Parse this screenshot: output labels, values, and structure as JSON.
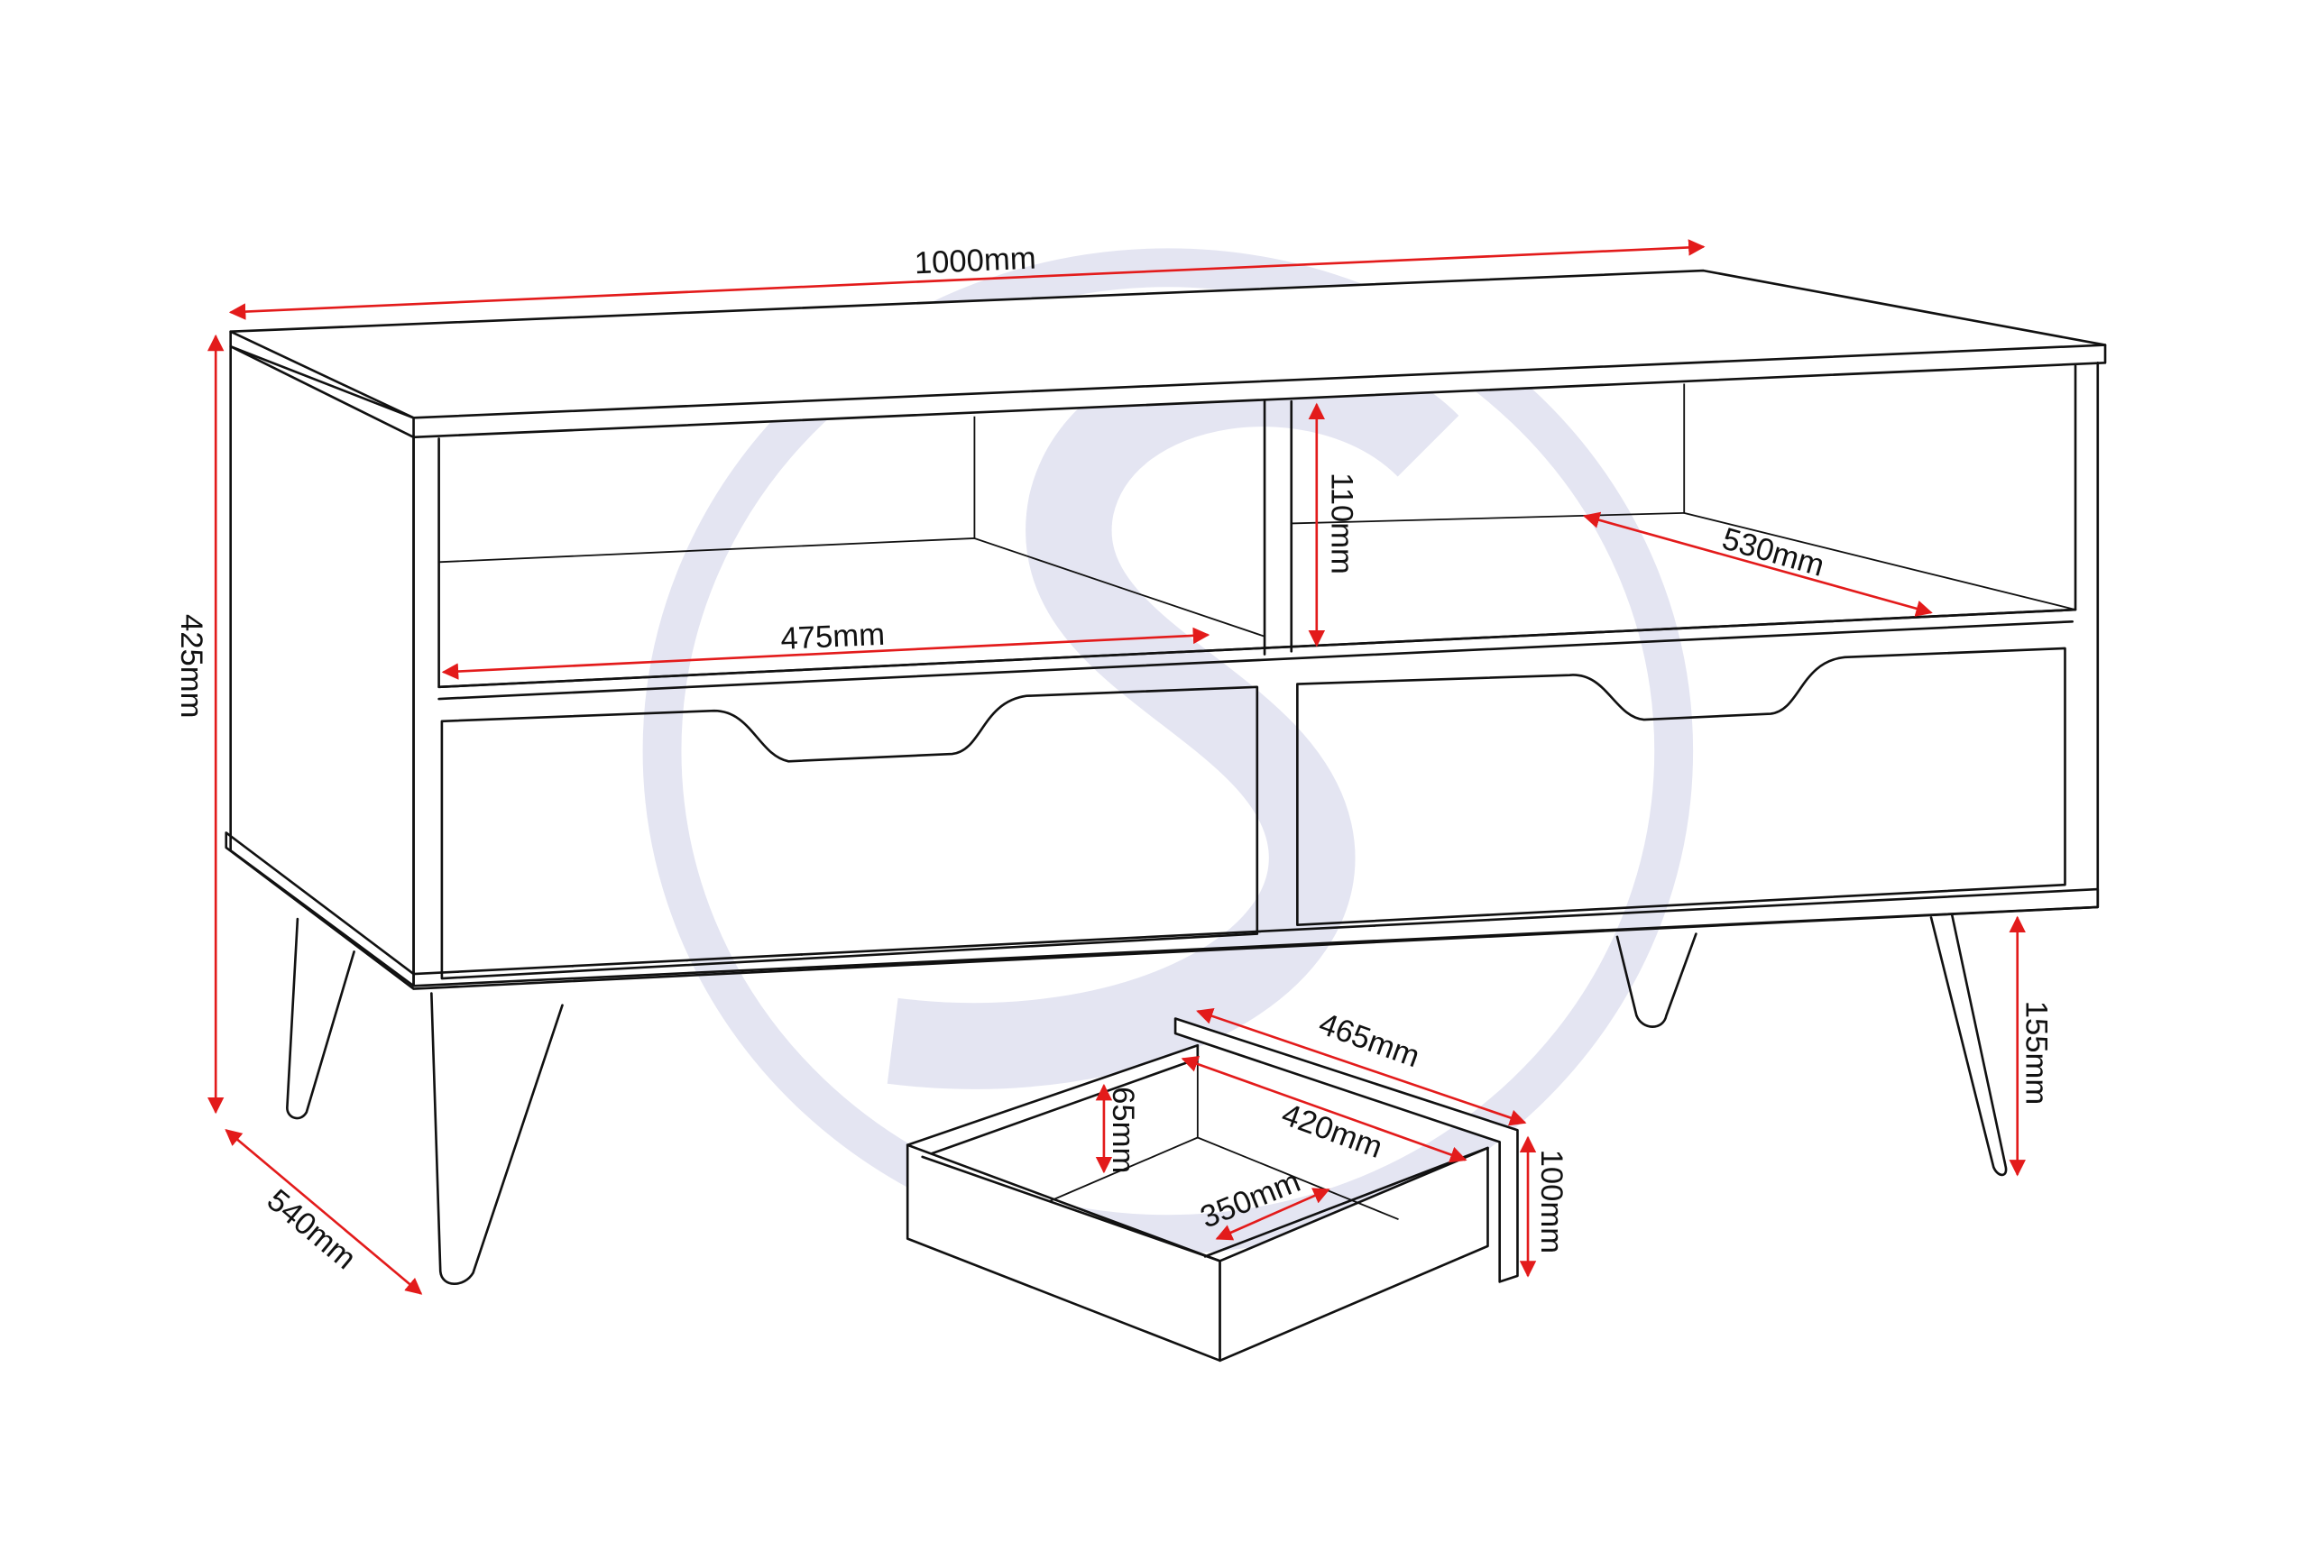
{
  "diagram": {
    "subject": "Two-drawer open-shelf TV unit with hairpin legs",
    "watermark": {
      "glyph": "S",
      "color": "#e4e5f2"
    },
    "colors": {
      "outline": "#111111",
      "dimension_line": "#e31b1b",
      "background": "#ffffff"
    },
    "dimensions": {
      "overall_width": "1000mm",
      "overall_height": "425mm",
      "overall_depth": "540mm",
      "shelf_height": "110mm",
      "shelf_depth": "530mm",
      "shelf_width": "475mm",
      "leg_height": "155mm",
      "drawer_outer_depth": "465mm",
      "drawer_inner_depth": "420mm",
      "drawer_inner_width": "350mm",
      "drawer_inner_height": "65mm",
      "drawer_front_height": "100mm"
    }
  }
}
